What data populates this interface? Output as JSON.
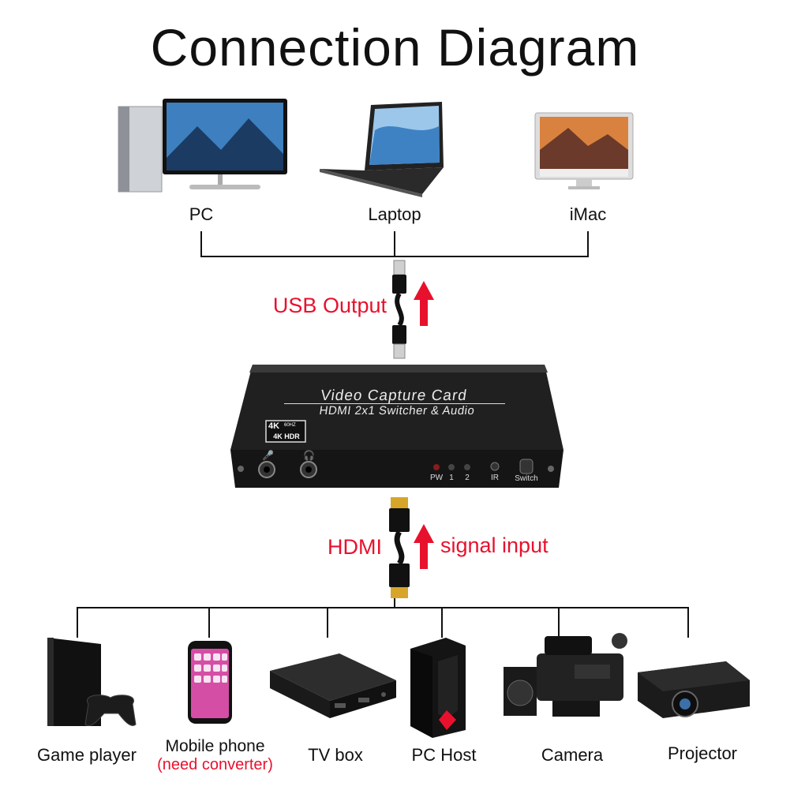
{
  "title": "Connection Diagram",
  "top_devices": [
    {
      "label": "PC"
    },
    {
      "label": "Laptop"
    },
    {
      "label": "iMac"
    }
  ],
  "usb_label": "USB Output",
  "capture_card": {
    "title": "Video Capture Card",
    "subtitle": "HDMI 2x1 Switcher & Audio",
    "badge_top": "4K",
    "badge_small": "60HZ",
    "badge_bottom": "4K HDR",
    "indicators": [
      "PW",
      "1",
      "2"
    ],
    "ir_label": "IR",
    "switch_label": "Switch"
  },
  "hdmi_label": "HDMI",
  "signal_label": "signal input",
  "bottom_devices": [
    {
      "label": "Game player"
    },
    {
      "label": "Mobile phone",
      "note": "(need converter)"
    },
    {
      "label": "TV box"
    },
    {
      "label": "PC Host"
    },
    {
      "label": "Camera"
    },
    {
      "label": "Projector"
    }
  ],
  "colors": {
    "accent_red": "#e8112d",
    "line": "#111111"
  }
}
